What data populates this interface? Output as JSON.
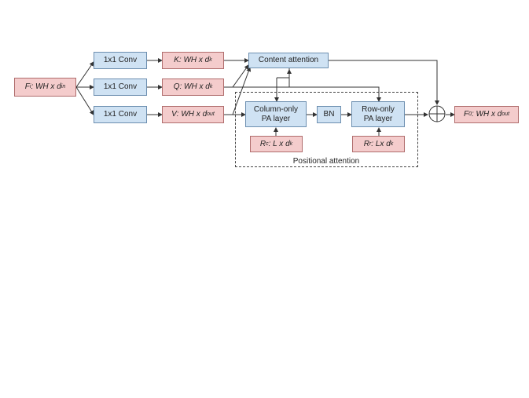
{
  "diagram": {
    "input": {
      "sym": "F",
      "sup": "i",
      "dims": ": WH x d",
      "sub": "in"
    },
    "conv1": "1x1 Conv",
    "conv2": "1x1 Conv",
    "conv3": "1x1 Conv",
    "k": {
      "sym": "K",
      "dims": " : WH x d",
      "sub": "k"
    },
    "q": {
      "sym": "Q",
      "dims": " : WH x d",
      "sub": "k"
    },
    "v": {
      "sym": "V",
      "dims": " : WH x d",
      "sub": "out"
    },
    "content_attention": "Content attention",
    "column_pa": {
      "line1": "Column-only",
      "line2": "PA layer"
    },
    "bn": "BN",
    "row_pa": {
      "line1": "Row-only",
      "line2": "PA layer"
    },
    "rc": {
      "sym": "R",
      "sup": "c",
      "dims": " : L x d",
      "sub": "k"
    },
    "rr": {
      "sym": "R",
      "sup": "r",
      "dims": " : Lx d",
      "sub": "k"
    },
    "output": {
      "sym": "F",
      "sup": "0",
      "dims": ": WH x d",
      "sub": "out"
    },
    "positional_attention_label": "Positional attention"
  }
}
